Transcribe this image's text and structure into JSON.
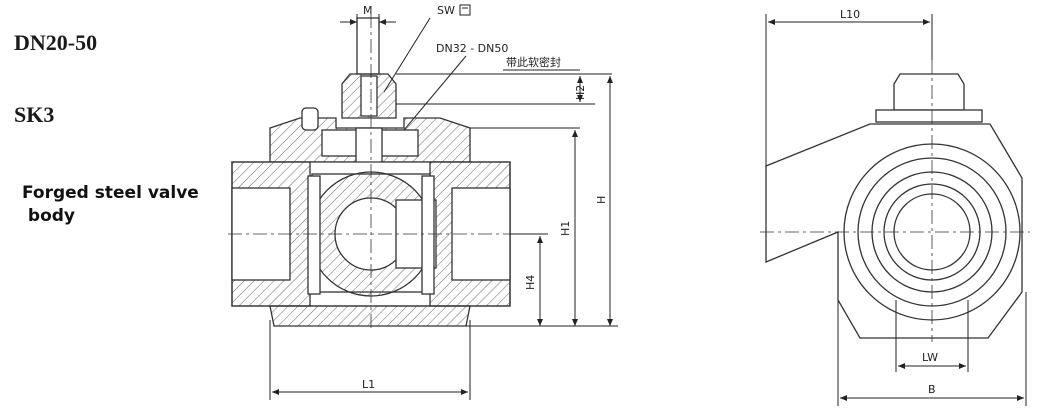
{
  "titles": {
    "size_range": "DN20-50",
    "model": "SK3"
  },
  "description": {
    "line1": "Forged steel valve",
    "line2": " body"
  },
  "dimension_labels": {
    "m": "M",
    "sw": "SW",
    "dn_range": "DN32 - DN50",
    "seal_note": "带此软密封",
    "h2": "H2",
    "h": "H",
    "h1": "H1",
    "h4": "H4",
    "l1": "L1",
    "l10": "L10",
    "lw": "LW",
    "b": "B"
  },
  "icons": {
    "spanner": "wrench-flats-icon"
  },
  "colors": {
    "line": "#333333",
    "hatch": "#555555",
    "text": "#111111"
  }
}
